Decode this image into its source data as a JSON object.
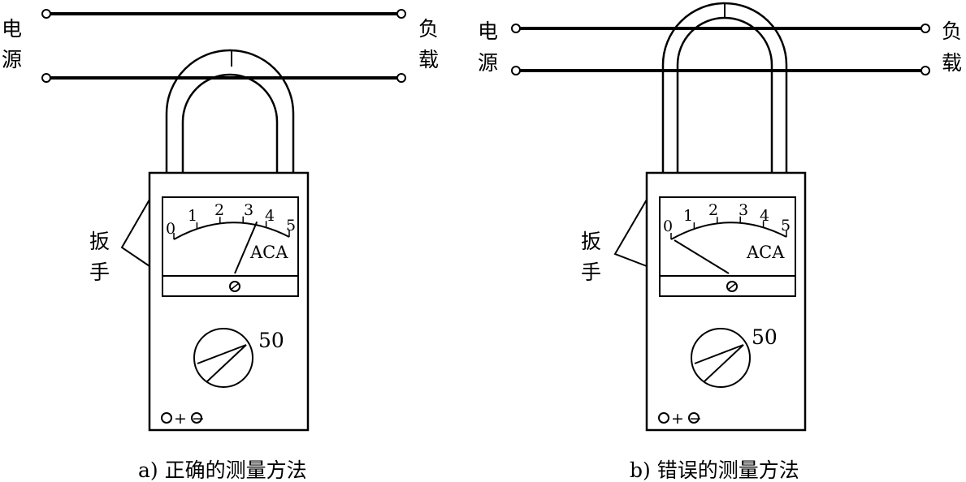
{
  "colors": {
    "ink": "#000000",
    "background": "#ffffff"
  },
  "labels": {
    "source": [
      "电",
      "源"
    ],
    "load": [
      "负",
      "载"
    ],
    "handle": [
      "扳",
      "手"
    ]
  },
  "meter": {
    "scale_ticks": [
      "0",
      "1",
      "2",
      "3",
      "4",
      "5"
    ],
    "unit": "ACA",
    "range": "50",
    "terminals": "+ −"
  },
  "panels": [
    {
      "caption": "a) 正确的测量方法",
      "needle_reading": 3.6
    },
    {
      "caption": "b) 错误的测量方法",
      "needle_reading": 0
    }
  ]
}
